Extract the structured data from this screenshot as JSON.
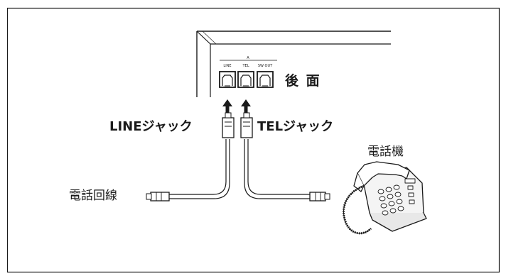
{
  "device_back": {
    "label": "後 面",
    "port_group_marker": "A",
    "ports": [
      {
        "name": "port-line",
        "label": "LINE"
      },
      {
        "name": "port-tel",
        "label": "TEL"
      },
      {
        "name": "port-sw-out",
        "label": "SW OUT"
      }
    ]
  },
  "callouts": {
    "line_jack": "LINEジャック",
    "tel_jack": "TELジャック",
    "phone": "電話機",
    "phone_line": "電話回線"
  },
  "colors": {
    "stroke": "#1a1a1a",
    "device_fill": "#ffffff",
    "phone_fill": "#f4f4f4"
  }
}
